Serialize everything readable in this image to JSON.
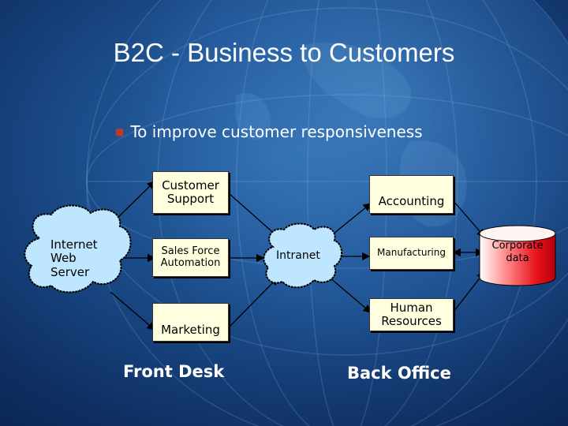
{
  "slide": {
    "title": "B2C - Business to Customers",
    "bullet": "To improve customer responsiveness"
  },
  "diagram": {
    "web_server_lines": [
      "Internet",
      "Web",
      "Server"
    ],
    "customer_support_lines": [
      "Customer",
      "Support"
    ],
    "sales_force_lines": [
      "Sales Force",
      "Automation"
    ],
    "marketing": "Marketing",
    "intranet": "Intranet",
    "accounting": "Accounting",
    "manufacturing": "Manufacturing",
    "human_resources_lines": [
      "Human",
      "Resources"
    ],
    "corporate_data_lines": [
      "Corporate",
      "data"
    ],
    "front_desk": "Front Desk",
    "back_office": "Back Office"
  },
  "colors": {
    "box_fill": "#ffffe0",
    "cloud_fill": "#bfe6ff",
    "bullet": "#c0392b",
    "db_red": "#e8121c"
  }
}
